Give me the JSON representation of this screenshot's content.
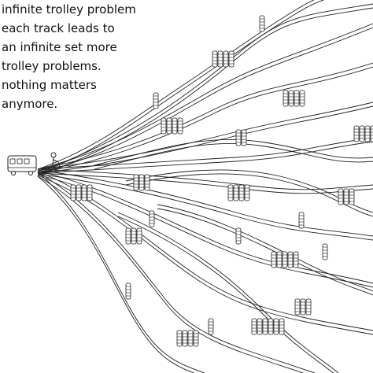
{
  "caption": {
    "lines": [
      "infinite trolley problem",
      "each track leads to",
      "an infinite set more",
      "trolley problems.",
      "nothing matters",
      "anymore."
    ]
  },
  "colors": {
    "ink": "#222222",
    "paper": "#ffffff"
  },
  "icons": {
    "trolley": "trolley-icon",
    "lever_person": "person-icon",
    "tied_person": "tied-person-icon"
  }
}
